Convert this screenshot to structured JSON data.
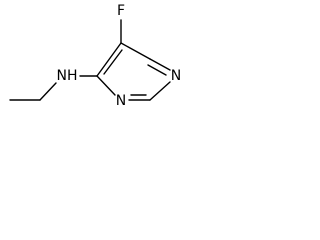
{
  "molecule": {
    "atoms": {
      "fluorine": "F",
      "amine": "NH",
      "ring_n1": "N",
      "ring_n3": "N"
    }
  }
}
